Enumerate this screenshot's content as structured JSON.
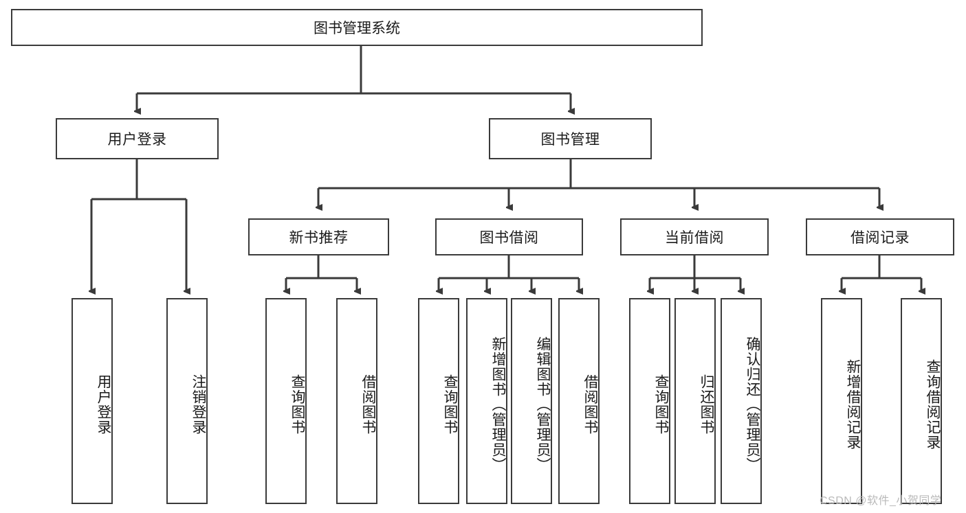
{
  "diagram": {
    "title": "图书管理系统",
    "type": "tree-hierarchy",
    "root": {
      "label": "图书管理系统"
    },
    "level2": [
      {
        "label": "用户登录"
      },
      {
        "label": "图书管理"
      }
    ],
    "level3": [
      {
        "label": "新书推荐"
      },
      {
        "label": "图书借阅"
      },
      {
        "label": "当前借阅"
      },
      {
        "label": "借阅记录"
      }
    ],
    "leaves_user_login": [
      {
        "label": "用户登录"
      },
      {
        "label": "注销登录"
      }
    ],
    "leaves_new_book": [
      {
        "label": "查询图书"
      },
      {
        "label": "借阅图书"
      }
    ],
    "leaves_borrow": [
      {
        "label": "查询图书"
      },
      {
        "label": "新增图书（管理员）"
      },
      {
        "label": "编辑图书（管理员）"
      },
      {
        "label": "借阅图书"
      }
    ],
    "leaves_current": [
      {
        "label": "查询图书"
      },
      {
        "label": "归还图书"
      },
      {
        "label": "确认归还（管理员）"
      }
    ],
    "leaves_record": [
      {
        "label": "新增借阅记录"
      },
      {
        "label": "查询借阅记录"
      }
    ]
  },
  "watermark": {
    "text": "CSDN @软件_小贺同学"
  },
  "colors": {
    "border": "#3a3a3a",
    "background": "#ffffff",
    "text": "#1a1a1a",
    "watermark": "#b9b9b9"
  }
}
